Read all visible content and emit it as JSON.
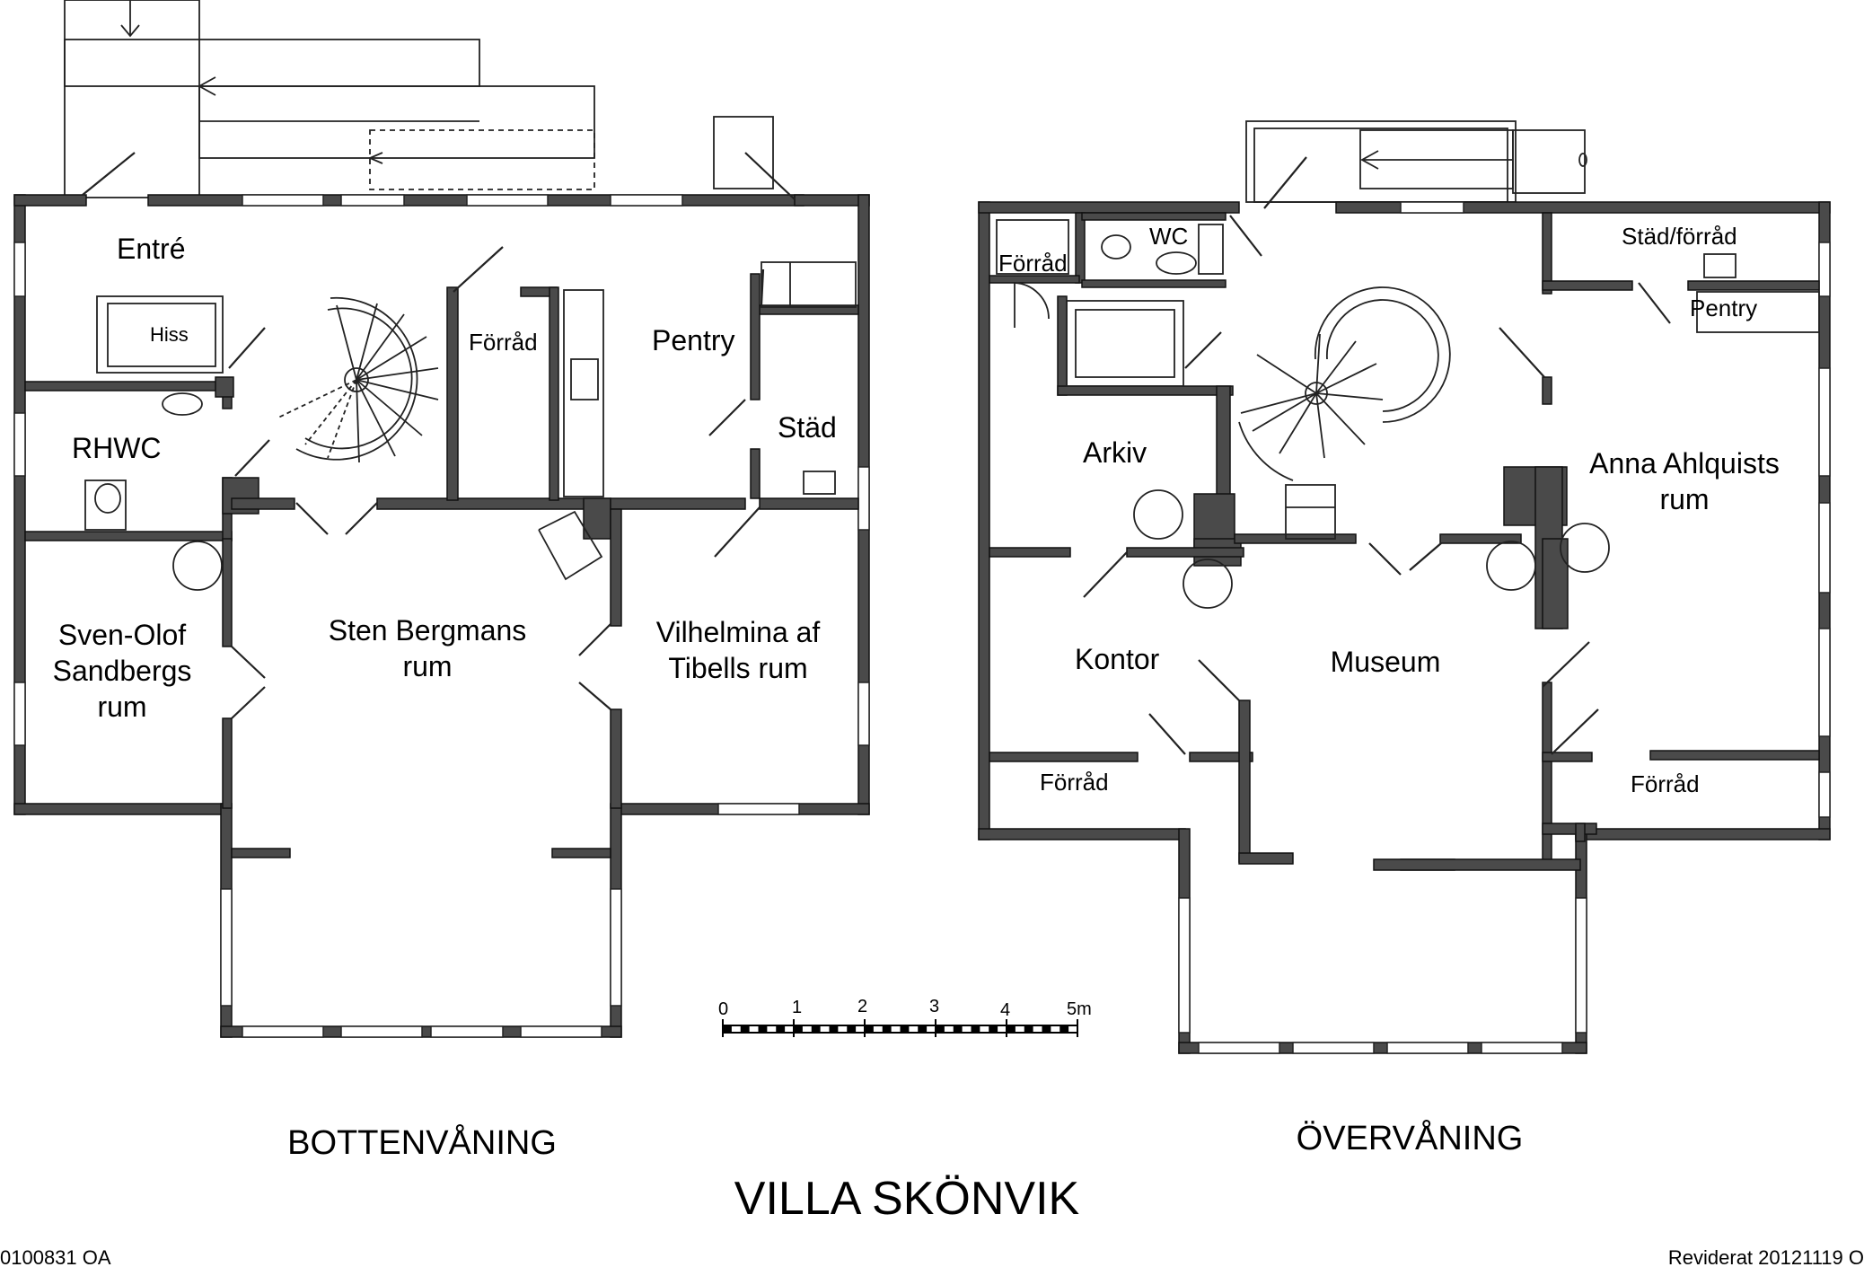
{
  "title": "VILLA SKÖNVIK",
  "ground_floor": {
    "heading": "BOTTENVÅNING",
    "rooms": {
      "entre": "Entré",
      "hiss": "Hiss",
      "rhwc": "RHWC",
      "forrad": "Förråd",
      "pentry": "Pentry",
      "stad": "Städ",
      "sven_olof": [
        "Sven-Olof",
        "Sandbergs",
        "rum"
      ],
      "sten_bergman": [
        "Sten Bergmans",
        "rum"
      ],
      "vilhelmina": [
        "Vilhelmina af",
        "Tibells rum"
      ]
    }
  },
  "upper_floor": {
    "heading": "ÖVERVÅNING",
    "rooms": {
      "forrad_top": "Förråd",
      "wc": "WC",
      "stad_forrad": "Städ/förråd",
      "pentry": "Pentry",
      "arkiv": "Arkiv",
      "anna": [
        "Anna Ahlquists",
        "rum"
      ],
      "kontor": "Kontor",
      "museum": "Museum",
      "forrad_left": "Förråd",
      "forrad_right": "Förråd"
    }
  },
  "scale": {
    "ticks": [
      "0",
      "1",
      "2",
      "3",
      "4",
      "5m"
    ]
  },
  "footer": {
    "left": "0100831 OA",
    "right": "Reviderat 20121119 O"
  }
}
